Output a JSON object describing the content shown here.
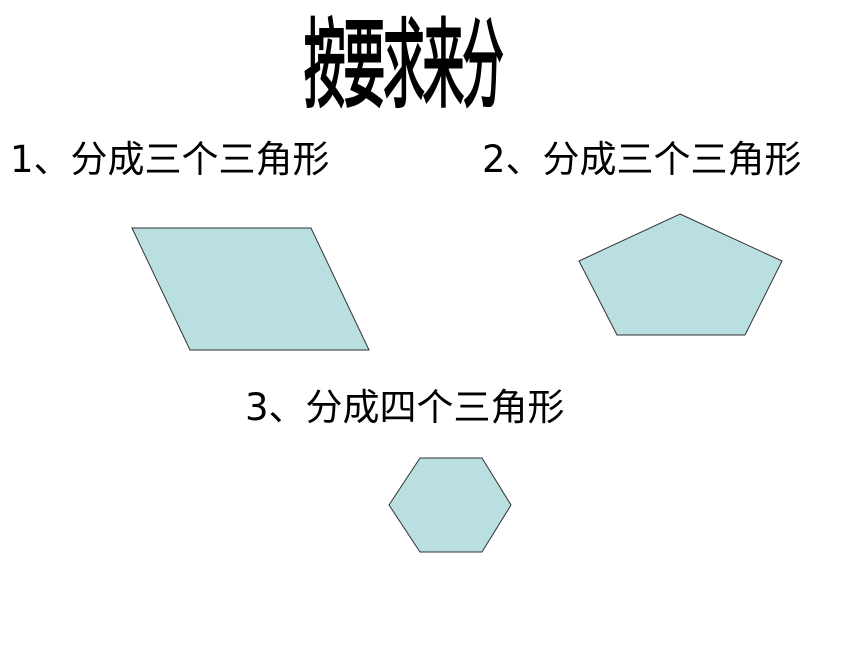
{
  "title": "按要求来分",
  "tasks": [
    {
      "label": "1、分成三个三角形",
      "shape": "parallelogram"
    },
    {
      "label": "2、分成三个三角形",
      "shape": "pentagon"
    },
    {
      "label": "3、分成四个三角形",
      "shape": "hexagon"
    }
  ],
  "colors": {
    "shape_fill": "#b9dfe1",
    "shape_stroke": "#333333",
    "text": "#000000"
  }
}
